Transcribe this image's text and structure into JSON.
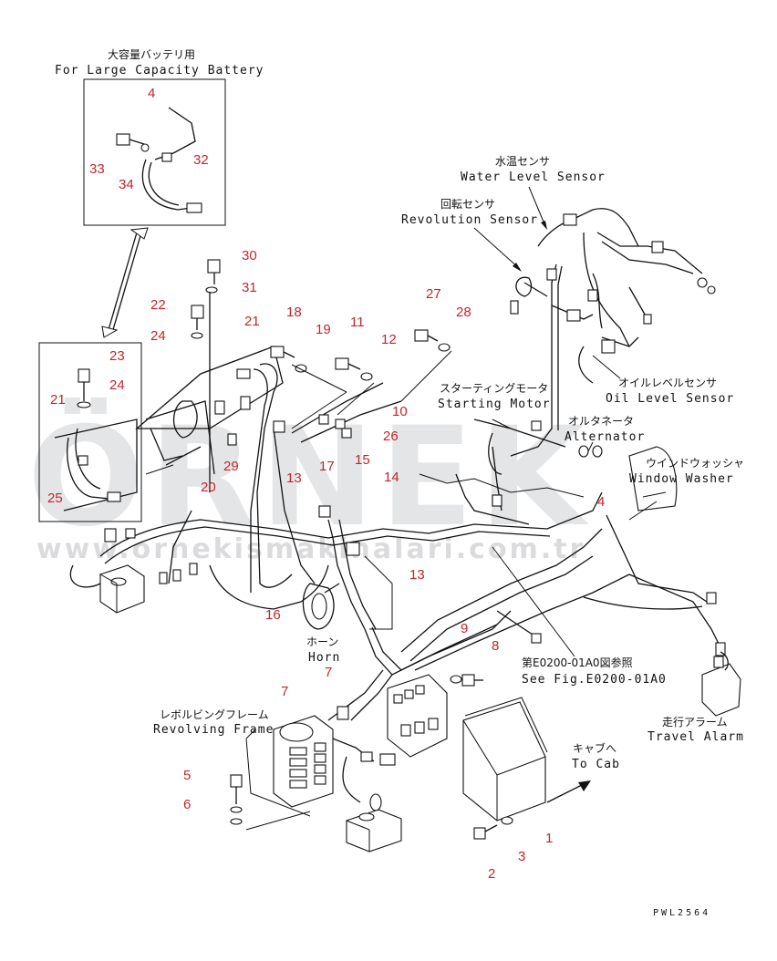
{
  "diagram": {
    "code": "PWL2564",
    "watermark": {
      "brand": "ÖRNEK",
      "url": "www.ornekismakinalari.com.tr"
    },
    "colors": {
      "line": "#111111",
      "callout": "#c0262d",
      "watermark": "#cfd0d2"
    },
    "labels": {
      "large_battery_jp": "大容量バッテリ用",
      "large_battery_en": "For Large Capacity Battery",
      "water_sensor_jp": "水温センサ",
      "water_sensor_en": "Water Level Sensor",
      "revolution_jp": "回転センサ",
      "revolution_en": "Revolution Sensor",
      "starting_jp": "スターティングモータ",
      "starting_en": "Starting Motor",
      "alternator_jp": "オルタネータ",
      "alternator_en": "Alternator",
      "oil_jp": "オイルレベルセンサ",
      "oil_en": "Oil Level Sensor",
      "wiper_jp": "ウインドウォッシャ",
      "wiper_en": "Window Washer",
      "horn_jp": "ホーン",
      "horn_en": "Horn",
      "see_fig_jp": "第E0200-01A0図参照",
      "see_fig_en": "See Fig.E0200-01A0",
      "revolving_jp": "レボルビングフレーム",
      "revolving_en": "Revolving Frame",
      "travel_jp": "走行アラーム",
      "travel_en": "Travel Alarm",
      "cab_jp": "キャブへ",
      "cab_en": "To Cab"
    },
    "callouts": [
      "1",
      "2",
      "3",
      "4",
      "4",
      "5",
      "6",
      "7",
      "7",
      "8",
      "9",
      "10",
      "11",
      "12",
      "13",
      "13",
      "14",
      "15",
      "16",
      "17",
      "18",
      "19",
      "20",
      "21",
      "21",
      "22",
      "23",
      "24",
      "24",
      "25",
      "26",
      "27",
      "28",
      "29",
      "30",
      "31",
      "32",
      "33",
      "34"
    ]
  }
}
